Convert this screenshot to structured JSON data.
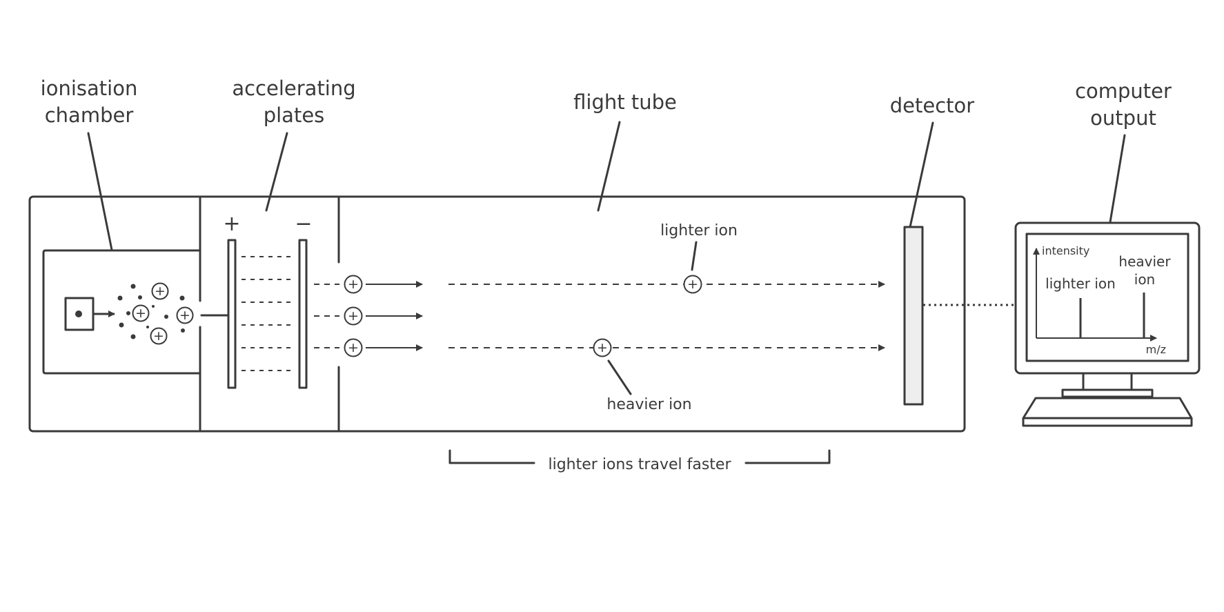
{
  "labels": {
    "ionisation_chamber_1": "ionisation",
    "ionisation_chamber_2": "chamber",
    "accelerating_plates_1": "accelerating",
    "accelerating_plates_2": "plates",
    "flight_tube": "flight tube",
    "detector": "detector",
    "computer_output_1": "computer",
    "computer_output_2": "output",
    "plate_positive": "+",
    "plate_negative": "−",
    "lighter_ion": "lighter ion",
    "heavier_ion": "heavier ion",
    "travel_note": "lighter ions travel faster"
  },
  "ion_symbol": "+",
  "screen": {
    "y_axis_label": "intensity",
    "x_axis_label": "m/z",
    "peak_lighter_label": "lighter ion",
    "peak_heavier_label_1": "heavier",
    "peak_heavier_label_2": "ion"
  },
  "colors": {
    "line": "#3a3a3a",
    "detector_fill": "#eeeeee",
    "background": "#ffffff"
  }
}
